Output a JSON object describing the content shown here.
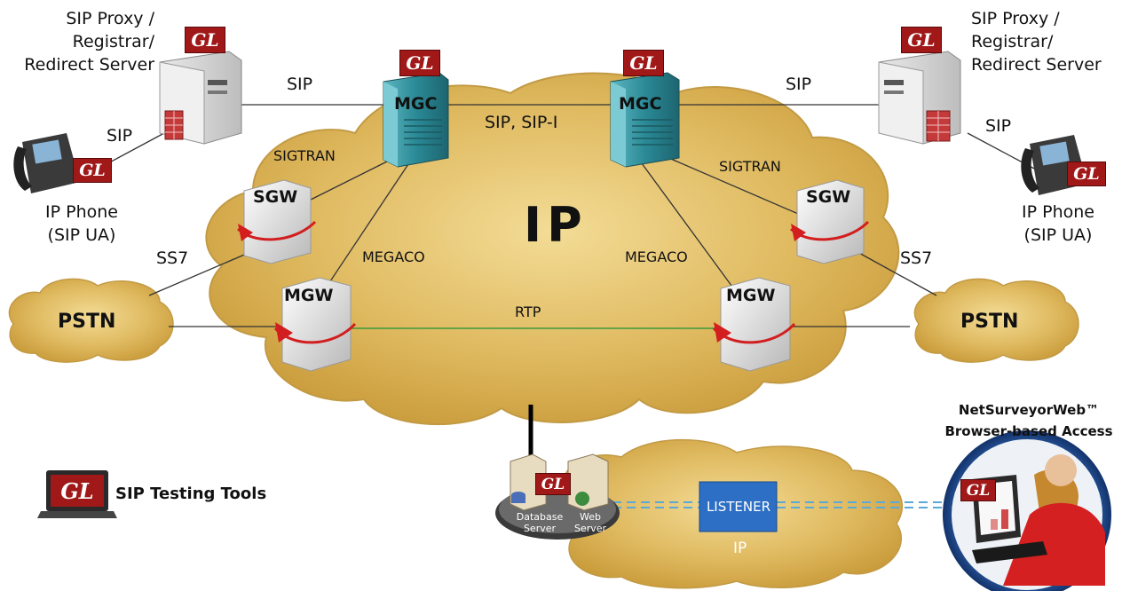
{
  "left_proxy": {
    "lines": [
      "SIP Proxy /",
      "Registrar/",
      "Redirect Server"
    ]
  },
  "right_proxy": {
    "lines": [
      "SIP Proxy /",
      "Registrar/",
      "Redirect Server"
    ]
  },
  "left_phone": {
    "lines": [
      "IP Phone",
      "(SIP UA)"
    ]
  },
  "right_phone": {
    "lines": [
      "IP Phone",
      "(SIP UA)"
    ]
  },
  "links": {
    "sip_left_top": "SIP",
    "sip_left_phone": "SIP",
    "sip_right_top": "SIP",
    "sip_right_phone": "SIP",
    "mgc_mgc": "SIP, SIP-I",
    "sigtran_left": "SIGTRAN",
    "sigtran_right": "SIGTRAN",
    "megaco_left": "MEGACO",
    "megaco_right": "MEGACO",
    "ss7_left": "SS7",
    "ss7_right": "SS7",
    "rtp": "RTP"
  },
  "nodes": {
    "mgc": "MGC",
    "sgw": "SGW",
    "mgw": "MGW",
    "pstn": "PSTN",
    "ip_cloud": "IP",
    "gl_badge": "GL"
  },
  "bottom": {
    "database_server": [
      "Database",
      "Server"
    ],
    "web_server": [
      "Web",
      "Server"
    ],
    "listener": "LISTENER",
    "ip_small": "IP",
    "netsurveyor": [
      "NetSurveyorWeb™",
      "Browser-based Access"
    ]
  },
  "legend": {
    "label": "SIP Testing Tools"
  },
  "colors": {
    "cloud_fill": "#dcb65a",
    "cloud_edge": "#b48a2a",
    "mgc_teal": "#2a8a96",
    "gl_red": "#a01818",
    "listener_blue": "#2d6fc4",
    "rtp_green": "#3a9a3a"
  }
}
